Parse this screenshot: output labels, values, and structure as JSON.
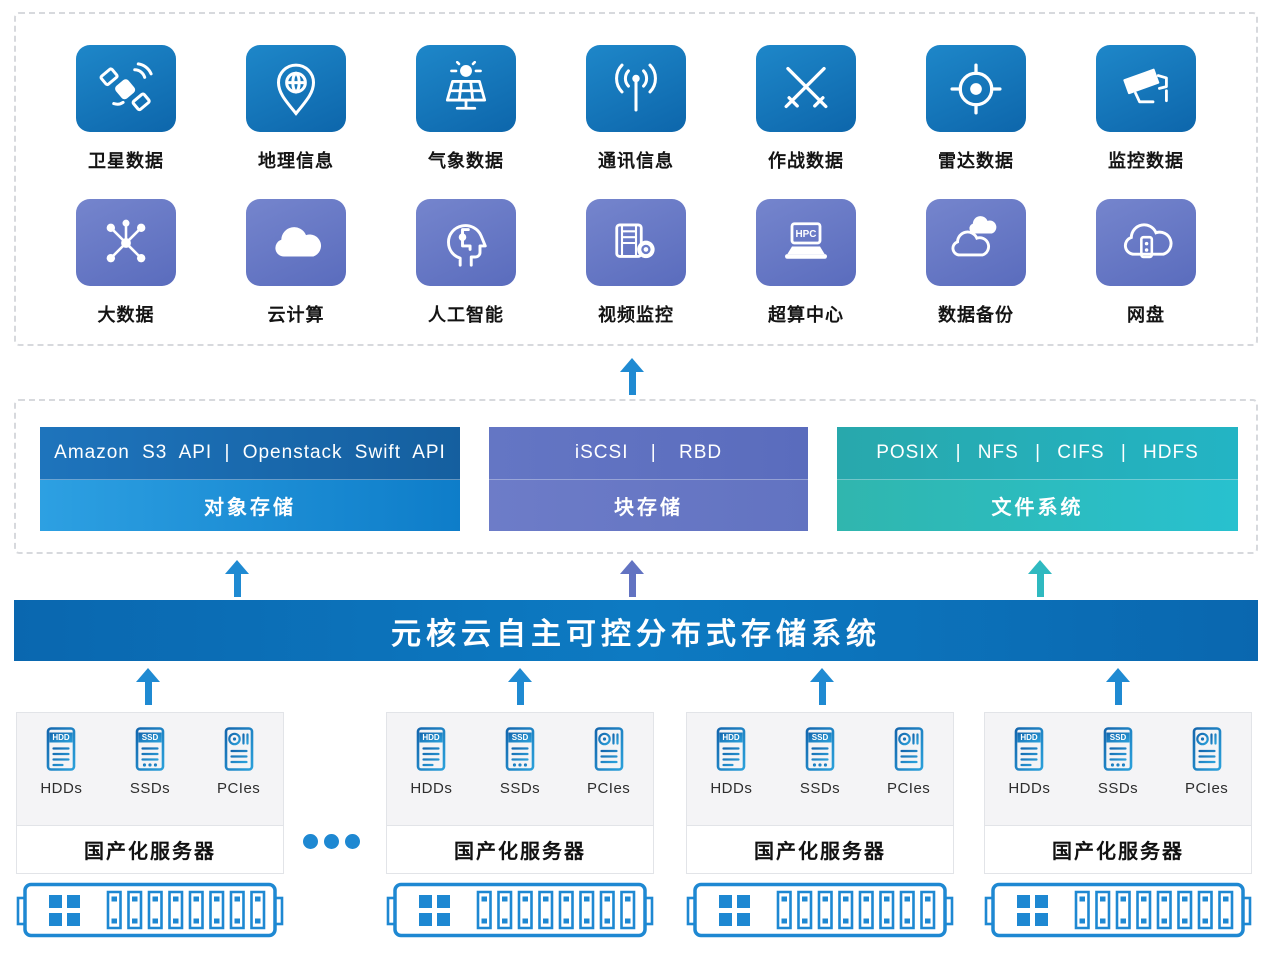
{
  "apps": {
    "row1": [
      {
        "label": "卫星数据",
        "icon": "satellite-icon"
      },
      {
        "label": "地理信息",
        "icon": "globe-pin-icon"
      },
      {
        "label": "气象数据",
        "icon": "solar-panel-icon"
      },
      {
        "label": "通讯信息",
        "icon": "antenna-signal-icon"
      },
      {
        "label": "作战数据",
        "icon": "crossed-swords-icon"
      },
      {
        "label": "雷达数据",
        "icon": "radar-target-icon"
      },
      {
        "label": "监控数据",
        "icon": "cctv-camera-icon"
      }
    ],
    "row2": [
      {
        "label": "大数据",
        "icon": "network-nodes-icon"
      },
      {
        "label": "云计算",
        "icon": "cloud-icon"
      },
      {
        "label": "人工智能",
        "icon": "ai-head-icon"
      },
      {
        "label": "视频监控",
        "icon": "video-camera-icon"
      },
      {
        "label": "超算中心",
        "icon": "hpc-laptop-icon",
        "icon_text": "HPC"
      },
      {
        "label": "数据备份",
        "icon": "cloud-backup-icon"
      },
      {
        "label": "网盘",
        "icon": "cloud-drive-icon"
      }
    ]
  },
  "storage_layer": {
    "object": {
      "apis": "Amazon S3 API | Openstack Swift API",
      "label": "对象存储"
    },
    "block": {
      "apis": "iSCSI | RBD",
      "label": "块存储"
    },
    "file": {
      "apis": "POSIX | NFS | CIFS | HDFS",
      "label": "文件系统"
    }
  },
  "banner": {
    "title": "元核云自主可控分布式存储系统"
  },
  "servers": {
    "drives": [
      {
        "icon": "hdd-icon",
        "icon_text": "HDD",
        "label": "HDDs"
      },
      {
        "icon": "ssd-icon",
        "icon_text": "SSD",
        "label": "SSDs"
      },
      {
        "icon": "pcie-icon",
        "label": "PCIes"
      }
    ],
    "group_label": "国产化服务器",
    "group_count": 4,
    "ellipsis_icon": "ellipsis-dots-icon",
    "rack_icon": "server-rack-icon"
  },
  "colors": {
    "row1_tile": "#1478bd",
    "row2_tile": "#6a7cc8",
    "object_top": "#1a6db4",
    "object_bottom": "#1e8fd6",
    "block_top": "#6173c1",
    "block_bottom": "#6878c5",
    "file_top": "#27aeb4",
    "file_bottom": "#2cbcc4",
    "banner_bg": "#0b6db8",
    "arrow_blue": "#1f8ad2",
    "arrow_purple": "#6273c2",
    "arrow_teal": "#2fb9c0",
    "rack_blue": "#1e88d2"
  }
}
